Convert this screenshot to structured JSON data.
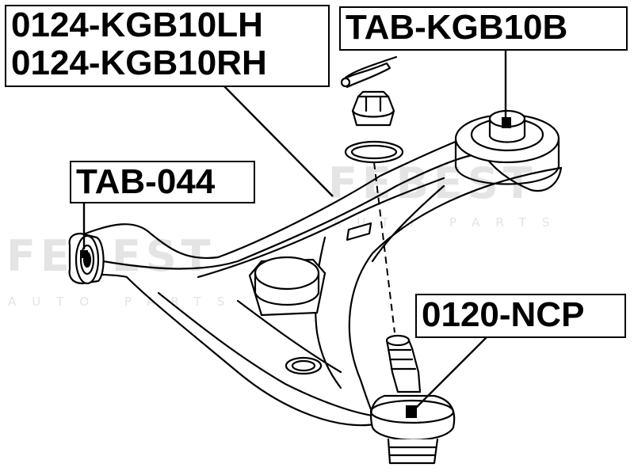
{
  "watermark": {
    "brand": "FEBEST",
    "sub": "AUTO PARTS"
  },
  "labels": {
    "arm_lh": "0124-KGB10LH",
    "arm_rh": "0124-KGB10RH",
    "rear_bushing": "TAB-KGB10B",
    "front_bushing": "TAB-044",
    "ball_joint": "0120-NCP"
  }
}
